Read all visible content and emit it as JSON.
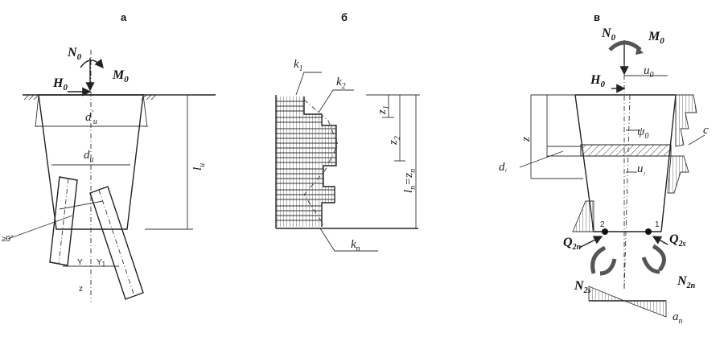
{
  "panels": {
    "a": "а",
    "b": "б",
    "v": "в"
  },
  "labels_a": {
    "N0": "N",
    "N0_sub": "0",
    "M0": "M",
    "M0_sub": "0",
    "H0": "H",
    "H0_sub": "0",
    "d_top": "d",
    "d_top_sub": "u",
    "d_top_prime": "′",
    "d_bot": "d",
    "d_bot_sub": "u",
    "l_side": "l",
    "l_side_sub": "u",
    "angle": "≥0°",
    "y1a": "Y",
    "y1b": "Y",
    "y1b_sub": "1",
    "z": "z"
  },
  "labels_b": {
    "k1": "k",
    "k1_sub": "1",
    "k2": "k",
    "k2_sub": "2",
    "kn": "k",
    "kn_sub": "n",
    "z1": "z",
    "z1_sub": "1",
    "z2": "z",
    "z2_sub": "2",
    "ln": "l",
    "ln_sub": "n",
    "ln_eq": "=z",
    "ln_eq_sub": "n"
  },
  "labels_v": {
    "N0": "N",
    "N0_sub": "0",
    "M0": "M",
    "M0_sub": "0",
    "H0": "H",
    "H0_sub": "0",
    "u0": "u",
    "u0_sub": "0",
    "psi0": "ψ",
    "psi0_sub": "0",
    "z": "z",
    "d": "d",
    "d_sub": "ₗ",
    "u": "u",
    "u_sub": "ₗ",
    "c": "c",
    "p2": "2",
    "p1": "1",
    "Q2n": "Q",
    "Q2n_sub": "2n",
    "Q2s": "Q",
    "Q2s_sub": "2s",
    "N2s": "N",
    "N2s_sub": "2s",
    "N2n": "N",
    "N2n_sub": "2n",
    "an": "a",
    "an_sub": "n"
  }
}
